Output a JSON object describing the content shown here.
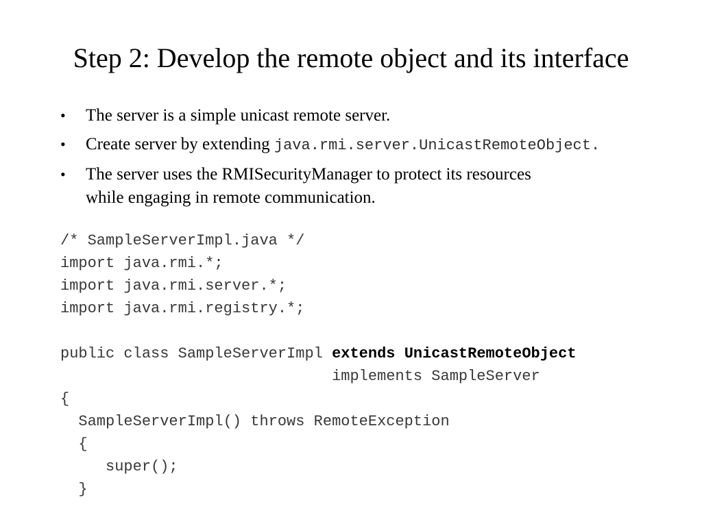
{
  "slide": {
    "title": "Step 2: Develop the remote object and its interface",
    "bullet_char": "•",
    "bullets": [
      {
        "text": "The server is a simple unicast remote server."
      },
      {
        "text": "Create server by extending ",
        "code": "java.rmi.server.UnicastRemoteObject."
      },
      {
        "line1": "The server uses the RMISecurityManager to protect its resources",
        "line2": "while engaging in remote communication."
      }
    ],
    "code": [
      "/* SampleServerImpl.java */",
      "import java.rmi.*;",
      "import java.rmi.server.*;",
      "import java.rmi.registry.*;",
      "",
      {
        "pre": "public class SampleServerImpl ",
        "bold": "extends UnicastRemoteObject"
      },
      "                              implements SampleServer",
      "{",
      "  SampleServerImpl() throws RemoteException",
      "  {",
      "     super();",
      "  }"
    ]
  }
}
